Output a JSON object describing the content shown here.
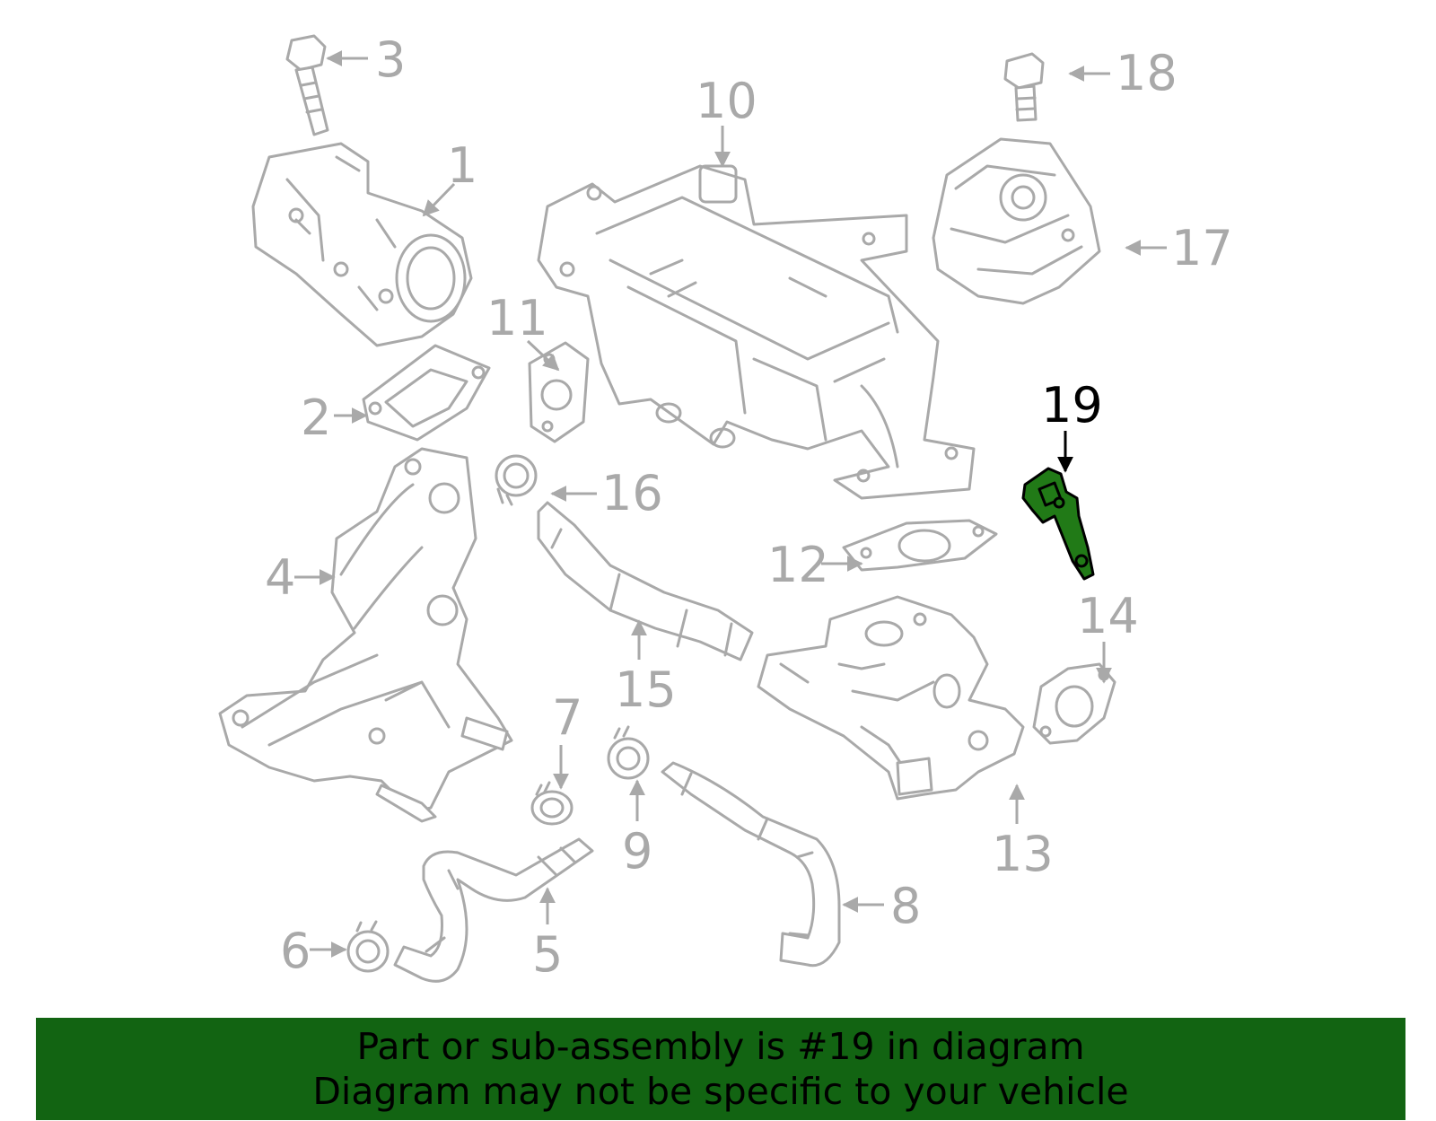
{
  "callouts": {
    "c1": "1",
    "c2": "2",
    "c3": "3",
    "c4": "4",
    "c5": "5",
    "c6": "6",
    "c7": "7",
    "c8": "8",
    "c9": "9",
    "c10": "10",
    "c11": "11",
    "c12": "12",
    "c13": "13",
    "c14": "14",
    "c15": "15",
    "c16": "16",
    "c17": "17",
    "c18": "18",
    "c19": "19"
  },
  "highlighted_part": "19",
  "colors": {
    "highlight_fill": "#217a17",
    "banner_background": "#126412",
    "line_art": "#a9a9a9"
  },
  "banner": {
    "line1": "Part or sub-assembly is #19 in diagram",
    "line2": "Diagram may not be specific to your vehicle"
  }
}
